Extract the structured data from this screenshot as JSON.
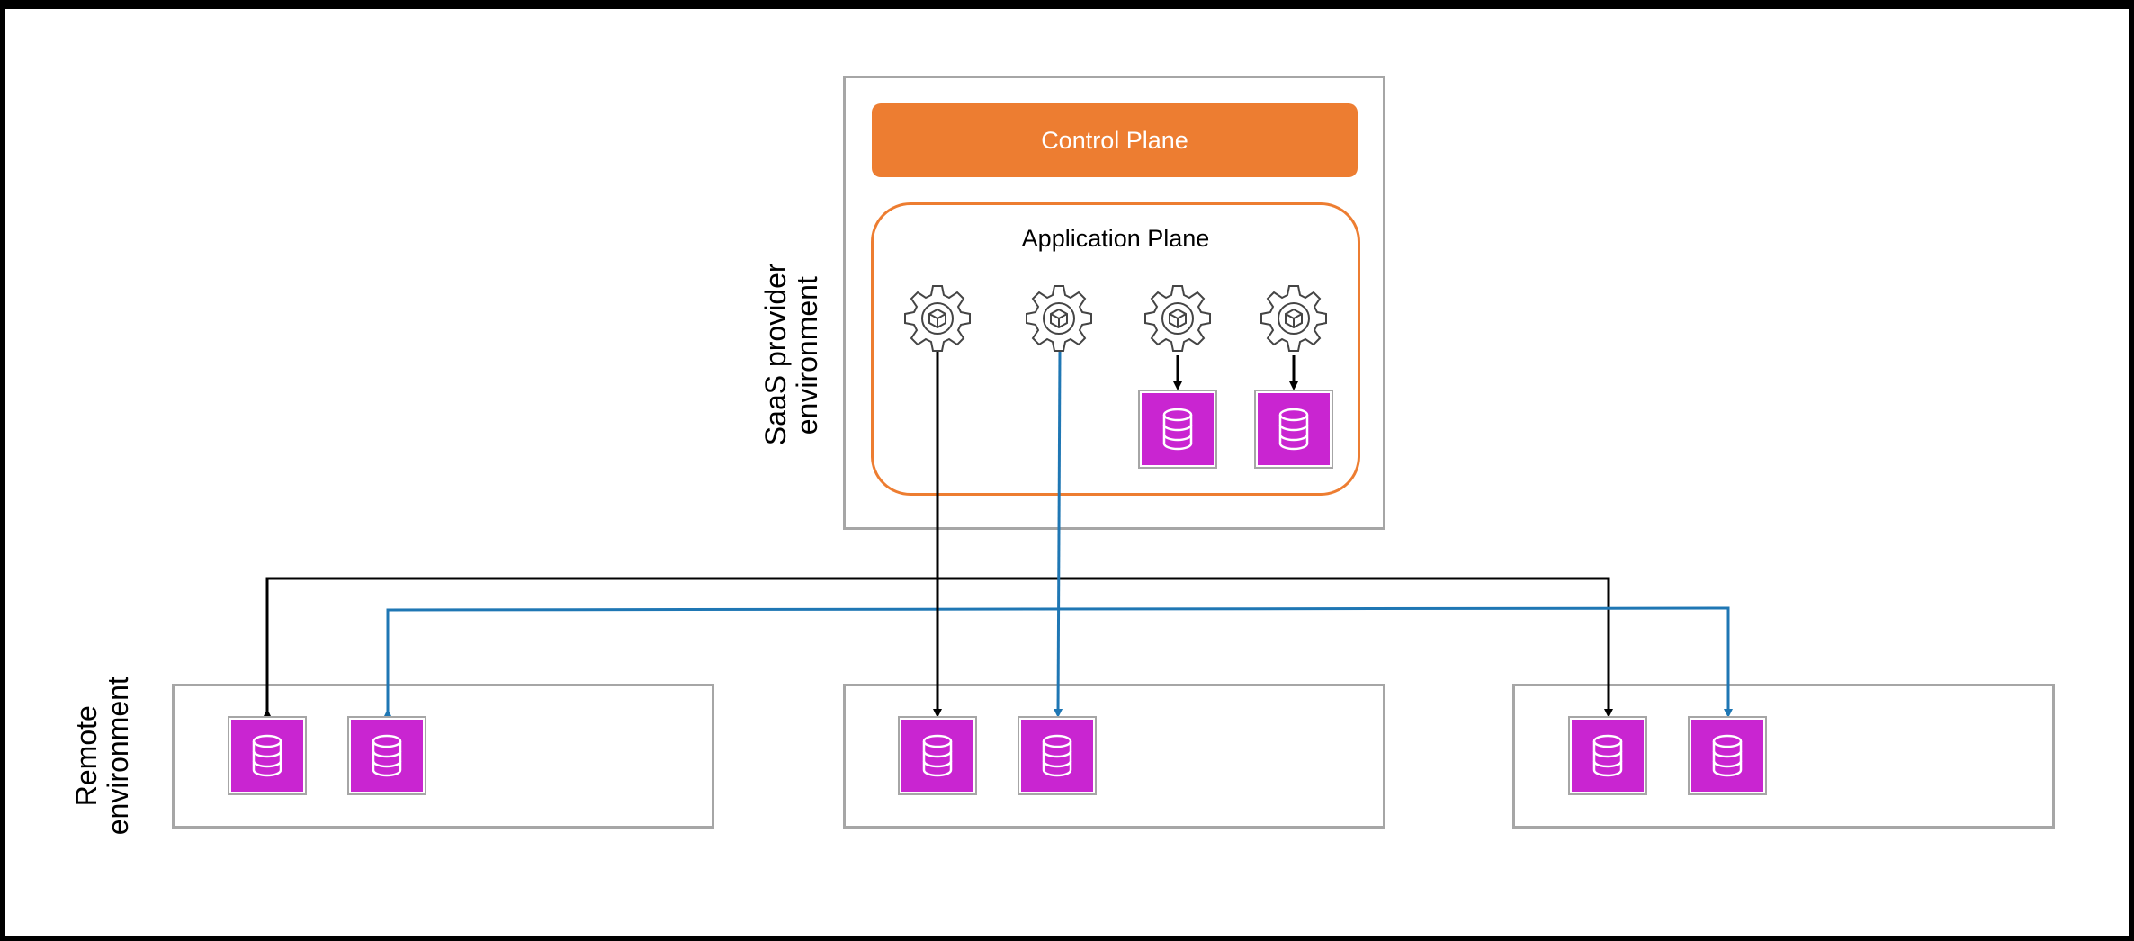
{
  "provider": {
    "label_line1": "SaaS provider",
    "label_line2": "environment",
    "control_plane": "Control Plane",
    "application_plane": "Application Plane"
  },
  "remote": {
    "label_line1": "Remote",
    "label_line2": "environment"
  },
  "colors": {
    "control_plane": "#ed7d31",
    "application_plane_border": "#ed7d31",
    "database": "#c925d1",
    "box_border": "#a6a6a6",
    "arrow_black": "#000000",
    "arrow_blue": "#1f77b4"
  },
  "icons": {
    "service": "gear-cube-icon",
    "database": "database-icon"
  }
}
